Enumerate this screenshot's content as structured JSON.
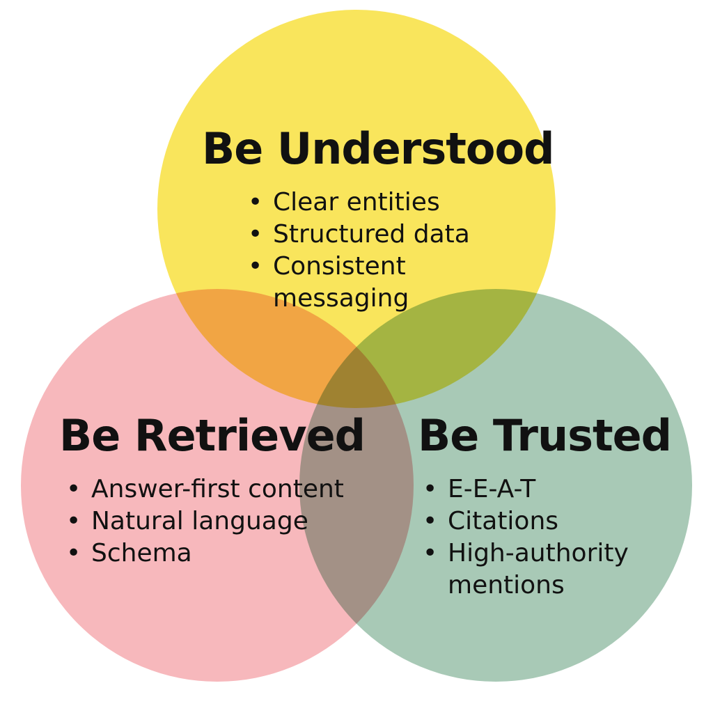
{
  "colors": {
    "understood": "#f9e55c",
    "retrieved": "#f7b8bc",
    "trusted": "#a8c9b6",
    "text": "#111111"
  },
  "circles": {
    "understood": {
      "title": "Be Understood",
      "items": [
        "Clear entities",
        "Structured data",
        "Consistent messaging"
      ]
    },
    "retrieved": {
      "title": "Be Retrieved",
      "items": [
        "Answer-first content",
        "Natural language",
        "Schema"
      ]
    },
    "trusted": {
      "title": "Be Trusted",
      "items": [
        "E-E-A-T",
        "Citations",
        "High-authority mentions"
      ]
    }
  }
}
